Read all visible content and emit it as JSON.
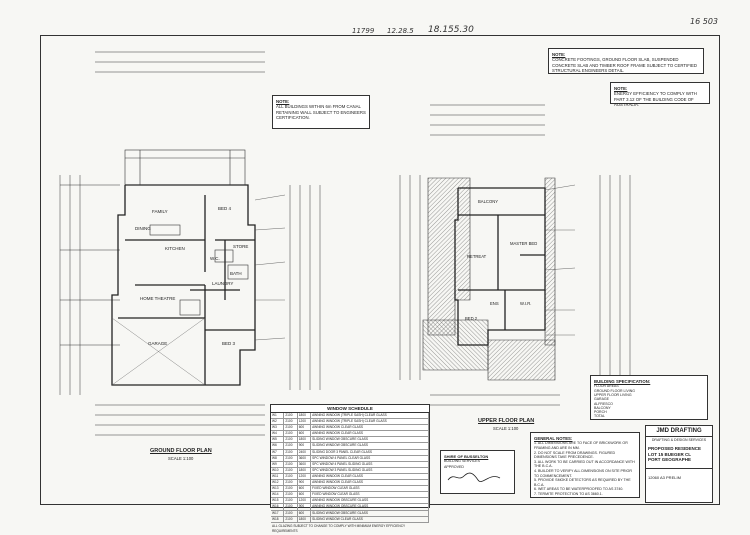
{
  "handwritten": {
    "left": "11799",
    "mid": "12.28.5",
    "right_date": "18.155.30",
    "corner": "16 503"
  },
  "notes": {
    "retaining_wall": {
      "heading": "NOTE:",
      "body": "ALL BUILDINGS WITHIN 6m FROM CANAL RETAINING WALL SUBJECT TO ENGINEERS CERTIFICATION."
    },
    "structural": {
      "heading": "NOTE:",
      "body": "CONCRETE FOOTINGS, GROUND FLOOR SLAB, SUSPENDED CONCRETE SLAB AND TIMBER ROOF FRAME SUBJECT TO CERTIFIED STRUCTURAL ENGINEERS DETAIL."
    },
    "energy": {
      "heading": "NOTE:",
      "body": "ENERGY EFFICIENCY TO COMPLY WITH PART 3.12 OF THE BUILDING CODE OF AUSTRALIA."
    }
  },
  "plans": {
    "ground": {
      "title": "GROUND FLOOR PLAN",
      "scale": "SCALE 1:100",
      "rooms": [
        "FAMILY",
        "BED 4",
        "HOME THEATRE",
        "GARAGE",
        "BED 3",
        "LAUNDRY",
        "STORE",
        "BATH",
        "W.C.",
        "DINING",
        "KITCHEN"
      ]
    },
    "upper": {
      "title": "UPPER FLOOR PLAN",
      "scale": "SCALE 1:100",
      "rooms": [
        "BALCONY",
        "MASTER BED",
        "RETREAT",
        "ENS",
        "W.I.R.",
        "BED 2"
      ]
    }
  },
  "window_schedule": {
    "title": "WINDOW SCHEDULE",
    "rows": [
      [
        "W1",
        "2100",
        "1800",
        "AWNING WINDOW (TRIPLE SASH) CLEAR GLASS"
      ],
      [
        "W2",
        "2100",
        "1200",
        "AWNING WINDOW (TRIPLE SASH) CLEAR GLASS"
      ],
      [
        "W3",
        "2100",
        "600",
        "AWNING WINDOW CLEAR GLASS"
      ],
      [
        "W4",
        "2100",
        "600",
        "AWNING WINDOW CLEAR GLASS"
      ],
      [
        "W5",
        "2100",
        "1800",
        "SLIDING WINDOW OBSCURE GLASS"
      ],
      [
        "W6",
        "2100",
        "900",
        "SLIDING WINDOW OBSCURE GLASS"
      ],
      [
        "W7",
        "2100",
        "2400",
        "SLIDING DOOR 3 PANEL CLEAR GLASS"
      ],
      [
        "W8",
        "2100",
        "3600",
        "SPC WINDOW 4 PANEL CLEAR GLASS"
      ],
      [
        "W9",
        "2100",
        "3600",
        "SPC WINDOW 4 PANEL SLIDING GLASS"
      ],
      [
        "W10",
        "2100",
        "1800",
        "SPC WINDOW 3 PANEL SLIDING GLASS"
      ],
      [
        "W11",
        "2100",
        "1200",
        "AWNING WINDOW CLEAR GLASS"
      ],
      [
        "W12",
        "2100",
        "900",
        "AWNING WINDOW CLEAR GLASS"
      ],
      [
        "W13",
        "2100",
        "600",
        "FIXED WINDOW CLEAR GLASS"
      ],
      [
        "W14",
        "2100",
        "600",
        "FIXED WINDOW CLEAR GLASS"
      ],
      [
        "W15",
        "2100",
        "1200",
        "AWNING WINDOW OBSCURE GLASS"
      ],
      [
        "W16",
        "2100",
        "900",
        "AWNING WINDOW OBSCURE GLASS"
      ],
      [
        "W17",
        "2100",
        "600",
        "SLIDING WINDOW OBSCURE GLASS"
      ],
      [
        "W18",
        "2100",
        "1800",
        "SLIDING WINDOW CLEAR GLASS"
      ]
    ],
    "footer": "ALL GLAZING SUBJECT TO CHANGE TO COMPLY WITH MINIMUM ENERGY EFFICIENCY REQUIREMENTS"
  },
  "general_notes": {
    "title": "GENERAL NOTES:",
    "lines": [
      "1. ALL DIMENSIONS ARE TO FACE OF BRICKWORK OR FRAMING AND ARE IN MM.",
      "2. DO NOT SCALE FROM DRAWINGS. FIGURED DIMENSIONS TAKE PRECEDENCE.",
      "3. ALL WORK TO BE CARRIED OUT IN ACCORDANCE WITH THE B.C.A.",
      "4. BUILDER TO VERIFY ALL DIMENSIONS ON SITE PRIOR TO COMMENCEMENT.",
      "5. PROVIDE SMOKE DETECTORS AS REQUIRED BY THE B.C.A.",
      "6. WET AREAS TO BE WATERPROOFED TO AS 3740.",
      "7. TERMITE PROTECTION TO AS 3660.1."
    ]
  },
  "approval_stamp": {
    "title": "SHIRE OF BUSSELTON",
    "line": "BUILDING SERVICES",
    "sub": "APPROVED"
  },
  "building_specification": {
    "title": "BUILDING SPECIFICATION:",
    "lines": [
      "FLOOR AREAS",
      "GROUND FLOOR LIVING",
      "UPPER FLOOR LIVING",
      "GARAGE",
      "ALFRESCO",
      "BALCONY",
      "PORCH",
      "TOTAL"
    ]
  },
  "title_block": {
    "company": "JMD DRAFTING",
    "address": "DRAFTING & DESIGN SERVICES",
    "project_label": "PROPOSED RESIDENCE",
    "lot": "LOT 15 BUEGER CL",
    "location": "PORT GEOGRAPHE",
    "drawing_no": "12060 A3 PRELIM"
  },
  "colors": {
    "paper": "#f7f7f4",
    "ink": "#222222",
    "roof_hatch": "#555555"
  }
}
